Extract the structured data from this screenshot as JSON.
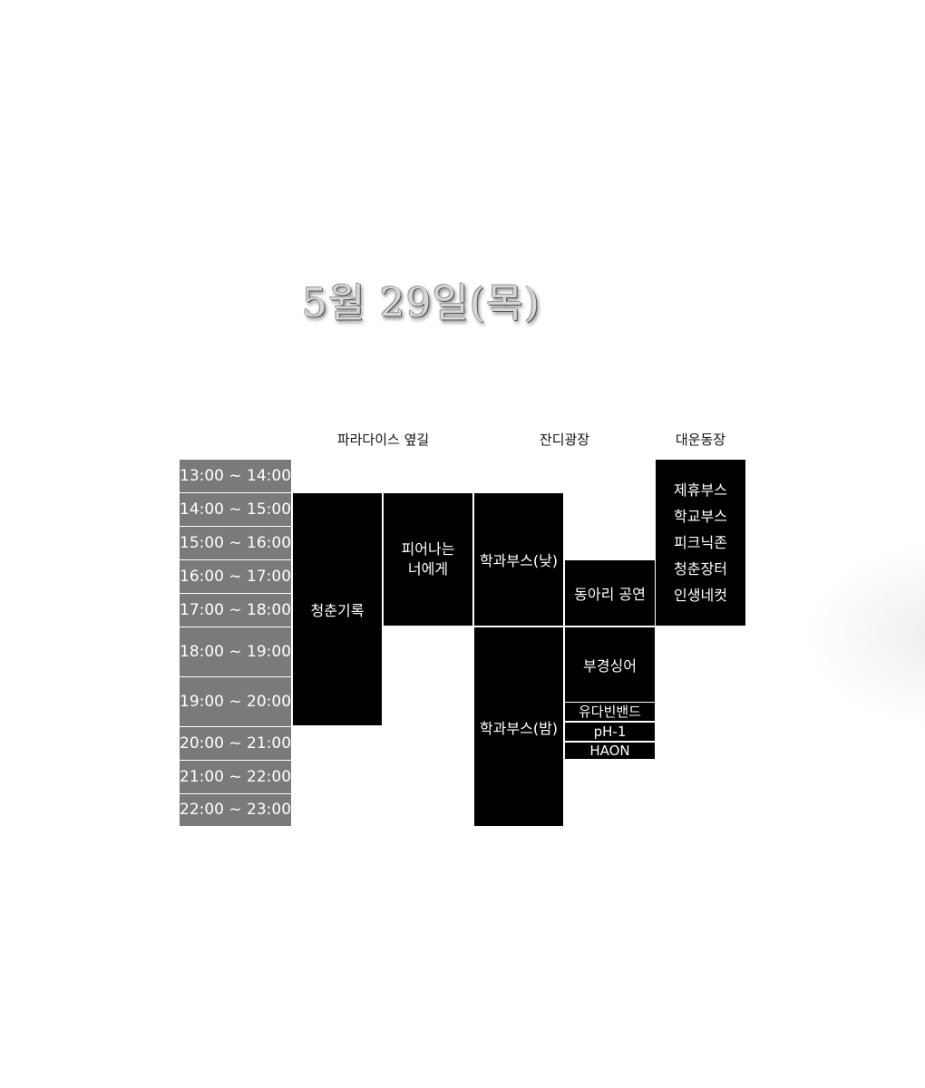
{
  "title": "5월 29일(목)",
  "venues": {
    "paradise": "파라다이스 옆길",
    "lawn": "잔디광장",
    "field": "대운동장"
  },
  "time_slots": [
    "13:00 ~ 14:00",
    "14:00 ~ 15:00",
    "15:00 ~ 16:00",
    "16:00 ~ 17:00",
    "17:00 ~ 18:00",
    "18:00 ~ 19:00",
    "19:00 ~ 20:00",
    "20:00 ~ 21:00",
    "21:00 ~ 22:00",
    "22:00 ~ 23:00"
  ],
  "events": {
    "youth_record": "청춘기록",
    "bloom_line1": "피어나는",
    "bloom_line2": "너에게",
    "dept_day": "학과부스(낮)",
    "dept_night": "학과부스(밤)",
    "club_show": "동아리 공연",
    "busan_singer": "부경싱어",
    "band_1": "유다빈밴드",
    "band_2": "pH-1",
    "band_3": "HAON",
    "field_booths": [
      "제휴부스",
      "학교부스",
      "피크닉존",
      "청춘장터",
      "인생네컷"
    ]
  }
}
